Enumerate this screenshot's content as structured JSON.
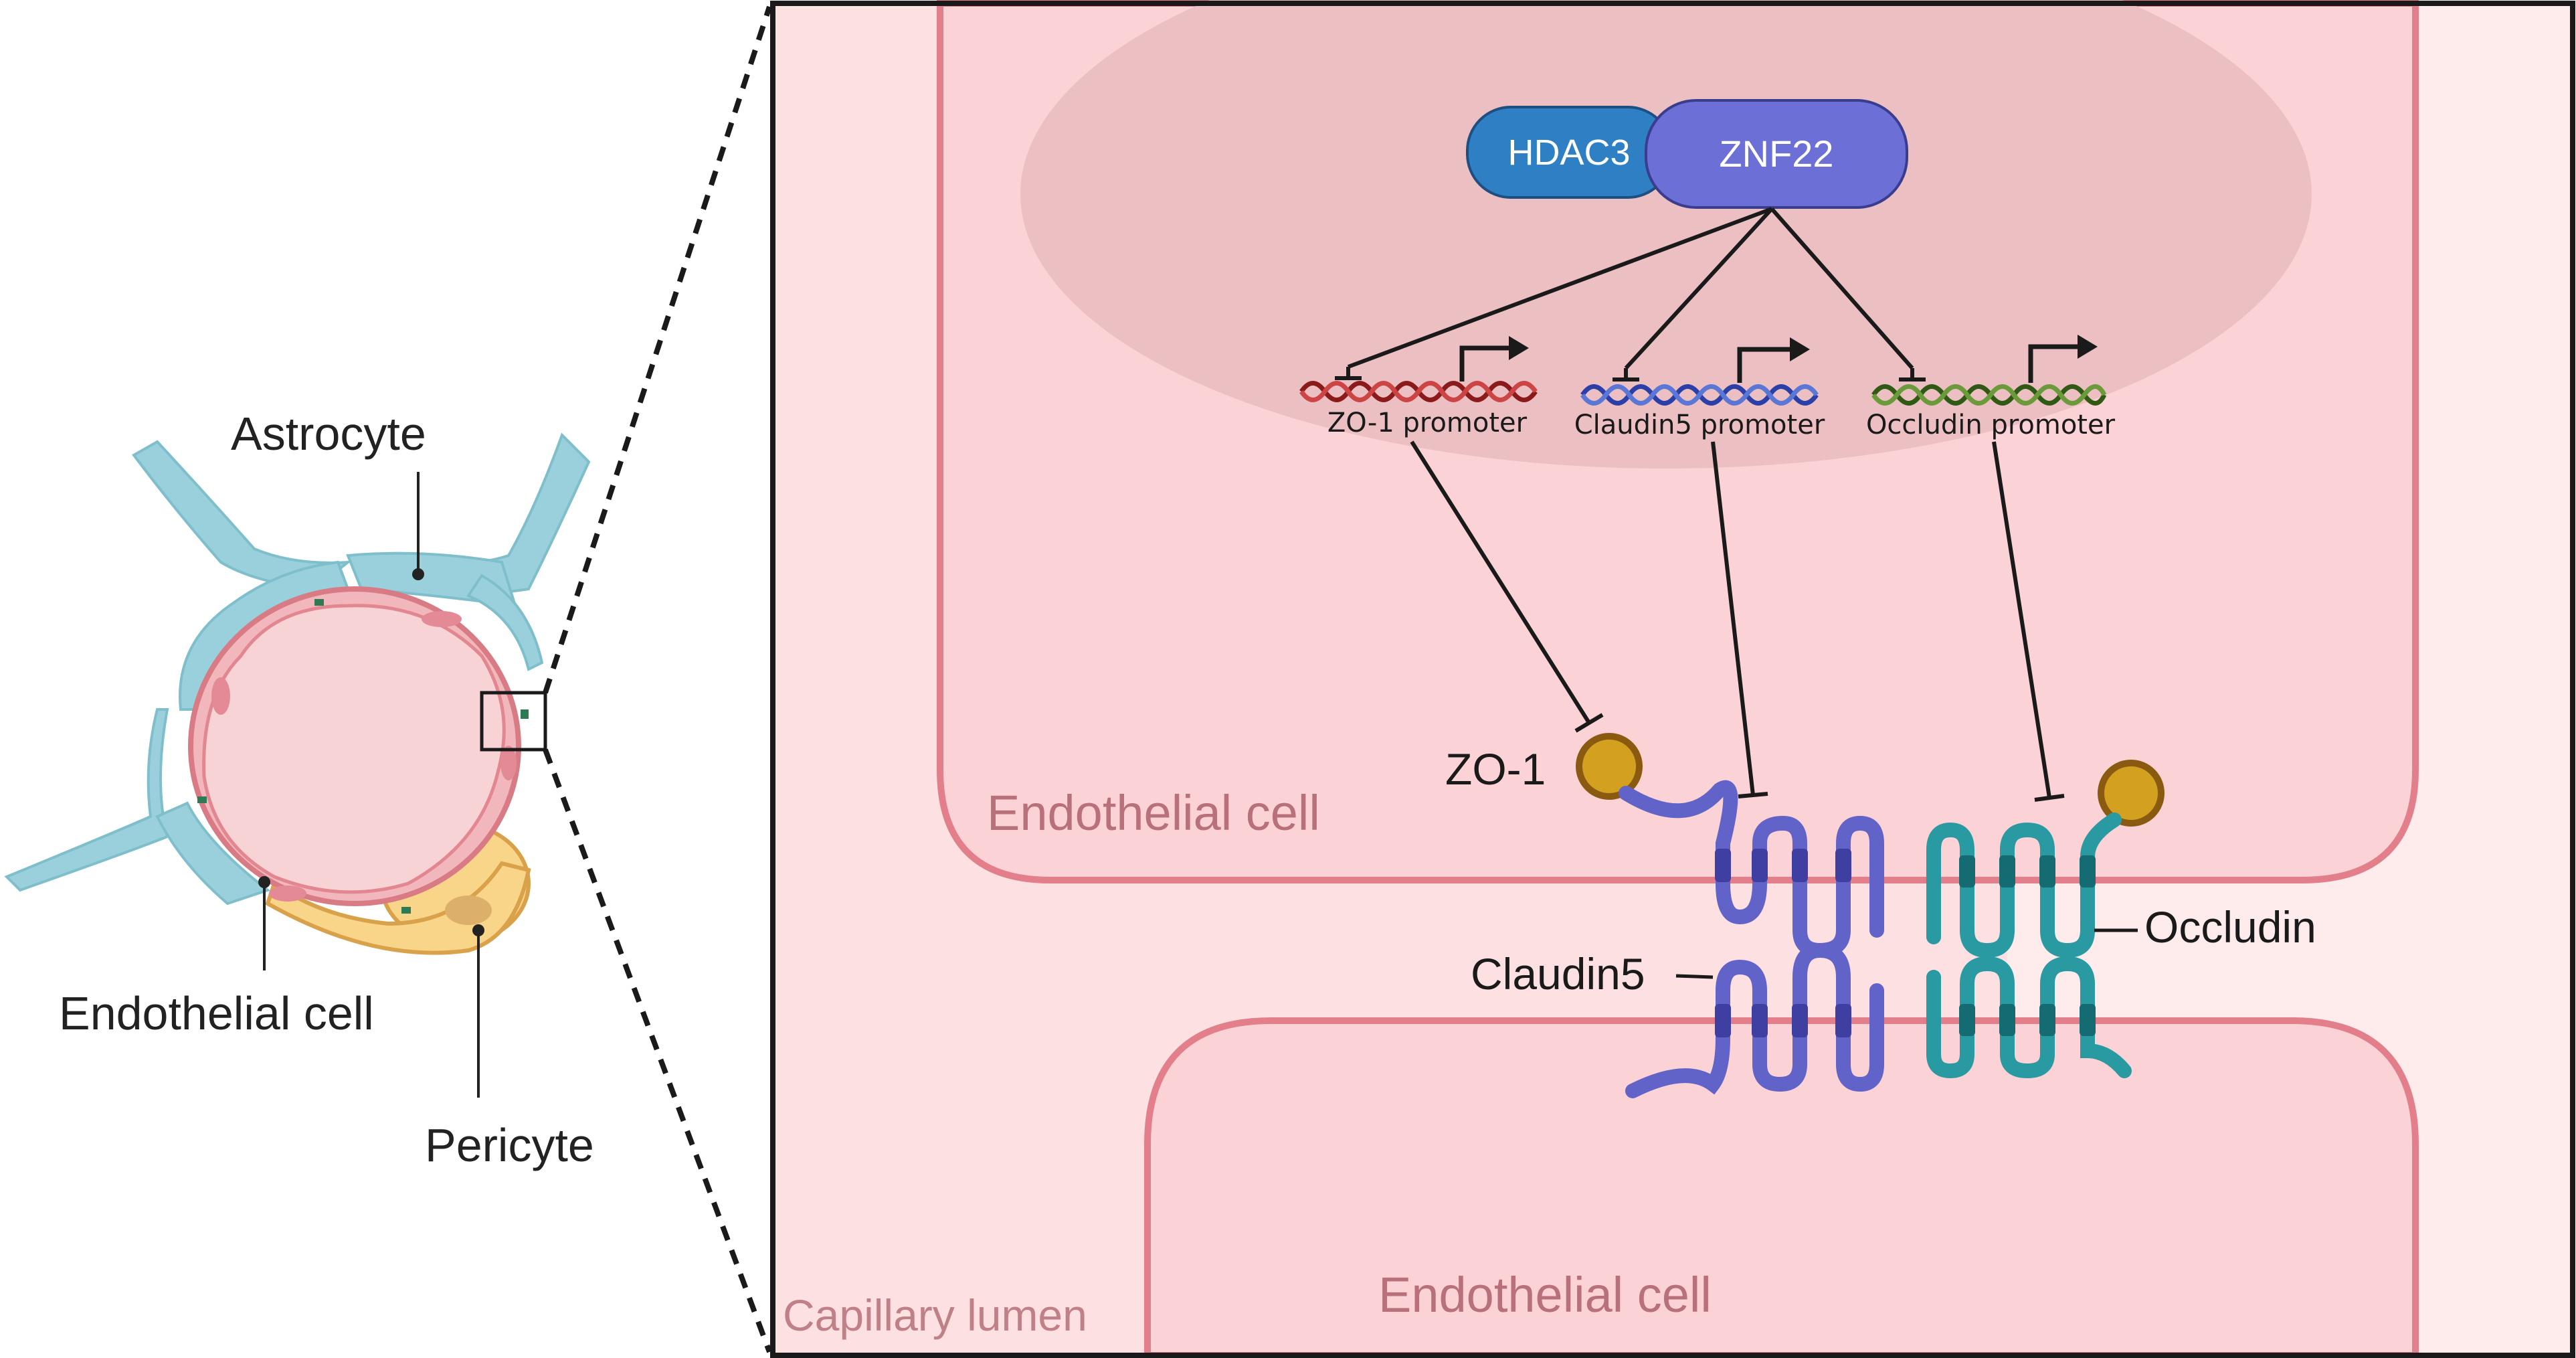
{
  "left_panel": {
    "astrocyte_label": "Astrocyte",
    "endothelial_label": "Endothelial cell",
    "pericyte_label": "Pericyte"
  },
  "right_panel": {
    "upper_cell_label": "Endothelial cell",
    "lower_cell_label": "Endothelial cell",
    "lumen_label": "Capillary lumen",
    "hdac3_label": "HDAC3",
    "znf22_label": "ZNF22",
    "promoters": [
      {
        "label": "ZO-1 promoter",
        "color": "#8b1a1a"
      },
      {
        "label": "Claudin5 promoter",
        "color": "#2a3fa8"
      },
      {
        "label": "Occludin promoter",
        "color": "#2f5a14"
      }
    ],
    "zo1_label": "ZO-1",
    "claudin5_label": "Claudin5",
    "occludin_label": "Occludin"
  },
  "colors": {
    "astrocyte": "#9ad0db",
    "endothelial": "#f2b7bd",
    "pericyte": "#f9d58a",
    "nucleus": "#ecbfc3",
    "hdac3": "#2f7fc4",
    "znf22": "#6b6fd6",
    "claudin5": "#6163c9",
    "occludin": "#2a9aa2",
    "zo1": "#d4a020"
  }
}
